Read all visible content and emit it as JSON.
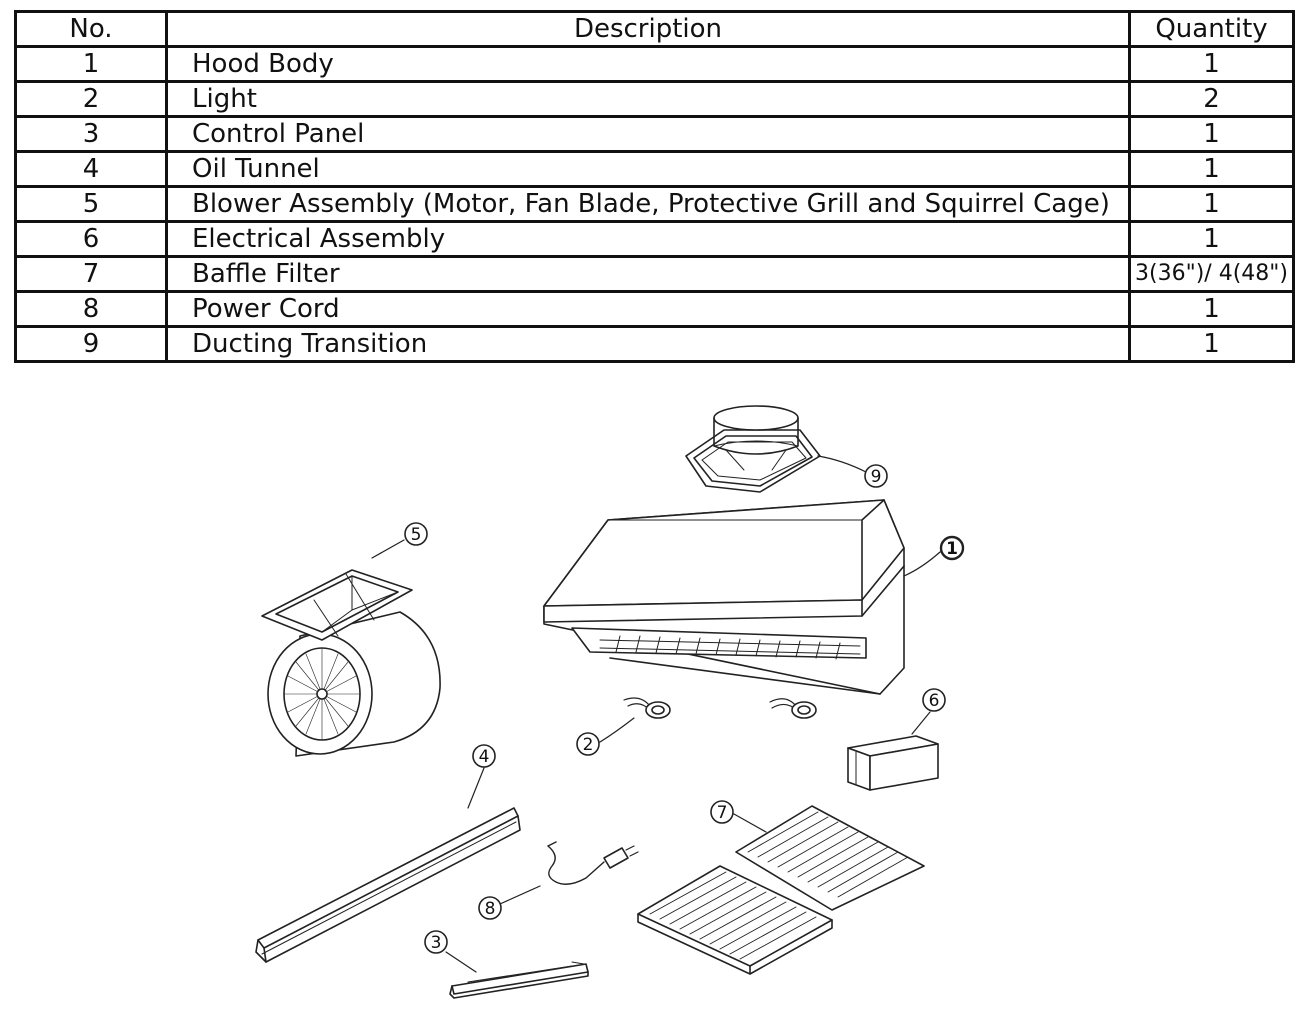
{
  "table": {
    "headers": {
      "no": "No.",
      "description": "Description",
      "quantity": "Quantity"
    },
    "rows": [
      {
        "no": "1",
        "description": "Hood Body",
        "quantity": "1"
      },
      {
        "no": "2",
        "description": "Light",
        "quantity": "2"
      },
      {
        "no": "3",
        "description": "Control Panel",
        "quantity": "1"
      },
      {
        "no": "4",
        "description": "Oil Tunnel",
        "quantity": "1"
      },
      {
        "no": "5",
        "description": "Blower Assembly (Motor, Fan Blade, Protective Grill and Squirrel Cage)",
        "quantity": "1"
      },
      {
        "no": "6",
        "description": "Electrical Assembly",
        "quantity": "1"
      },
      {
        "no": "7",
        "description": "Baffle Filter",
        "quantity": "3(36\")/ 4(48\")"
      },
      {
        "no": "8",
        "description": "Power Cord",
        "quantity": "1"
      },
      {
        "no": "9",
        "description": "Ducting Transition",
        "quantity": "1"
      }
    ]
  },
  "diagram": {
    "callouts": [
      "1",
      "2",
      "3",
      "4",
      "5",
      "6",
      "7",
      "8",
      "9"
    ]
  }
}
